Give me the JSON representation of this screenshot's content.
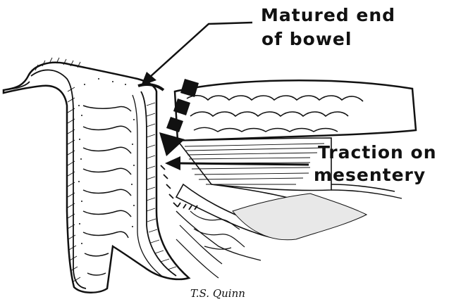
{
  "labels": {
    "matured_end_line1": "Matured end",
    "matured_end_line2": "of bowel",
    "traction_line1": "Traction on",
    "traction_line2": "mesentery"
  },
  "signature": "T.S. Quinn",
  "colors": {
    "ink": "#111111",
    "paper": "#ffffff"
  }
}
